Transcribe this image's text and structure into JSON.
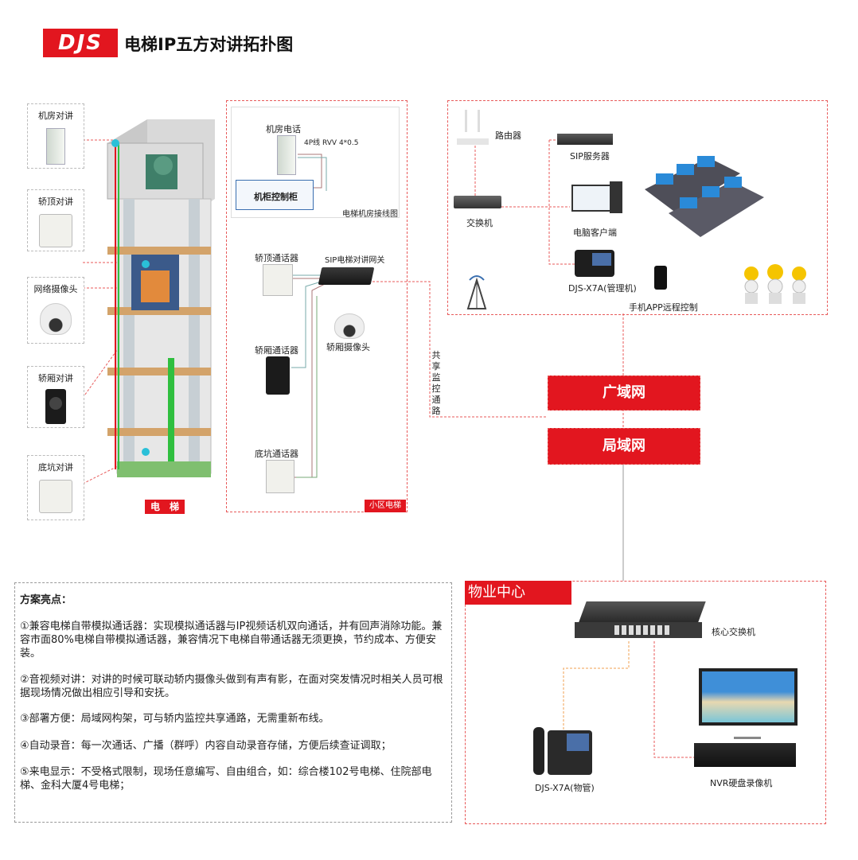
{
  "header": {
    "logo": "DJS",
    "title": "电梯IP五方对讲拓扑图"
  },
  "left_devices": [
    {
      "label": "机房对讲"
    },
    {
      "label": "轿顶对讲"
    },
    {
      "label": "网络摄像头"
    },
    {
      "label": "轿厢对讲"
    },
    {
      "label": "底坑对讲"
    }
  ],
  "elevator_label": "电　梯",
  "mid": {
    "machine_phone": "机房电话",
    "cable": "4P线 RVV 4*0.5",
    "cabinet": "机柜控制柜",
    "machine_room_wiring": "电梯机房接线图",
    "car_top": "轿顶通话器",
    "gateway": "SIP电梯对讲网关",
    "car_camera": "轿厢摄像头",
    "car": "轿厢通话器",
    "pit": "底坑通话器",
    "community_elevator": "小区电梯"
  },
  "shared_channel": "共享监控通路",
  "top_right": {
    "router": "路由器",
    "sip_server": "SIP服务器",
    "switch": "交换机",
    "pc_client": "电脑客户端",
    "phone_admin": "DJS-X7A(管理机)",
    "app": "手机APP远程控制"
  },
  "wan": "广域网",
  "lan": "局域网",
  "property": {
    "title": "物业中心",
    "core_switch": "核心交换机",
    "phone": "DJS-X7A(物管)",
    "nvr": "NVR硬盘录像机"
  },
  "notes": {
    "title": "方案亮点：",
    "items": [
      "①兼容电梯自带模拟通话器：实现模拟通话器与IP视频话机双向通话，并有回声消除功能。兼容市面80%电梯自带模拟通话器，兼容情况下电梯自带通话器无须更换，节约成本、方便安装。",
      "②音视频对讲：对讲的时候可联动轿内摄像头做到有声有影，在面对突发情况时相关人员可根据现场情况做出相应引导和安抚。",
      "③部署方便：局域网构架，可与轿内监控共享通路，无需重新布线。",
      "④自动录音：每一次通话、广播（群呼）内容自动录音存储，方便后续查证调取；",
      "⑤来电显示：不受格式限制，现场任意编写、自由组合，如：综合楼102号电梯、住院部电梯、金科大厦4号电梯；"
    ]
  },
  "colors": {
    "brand_red": "#e2161f",
    "dash_red": "#e85a5a"
  }
}
